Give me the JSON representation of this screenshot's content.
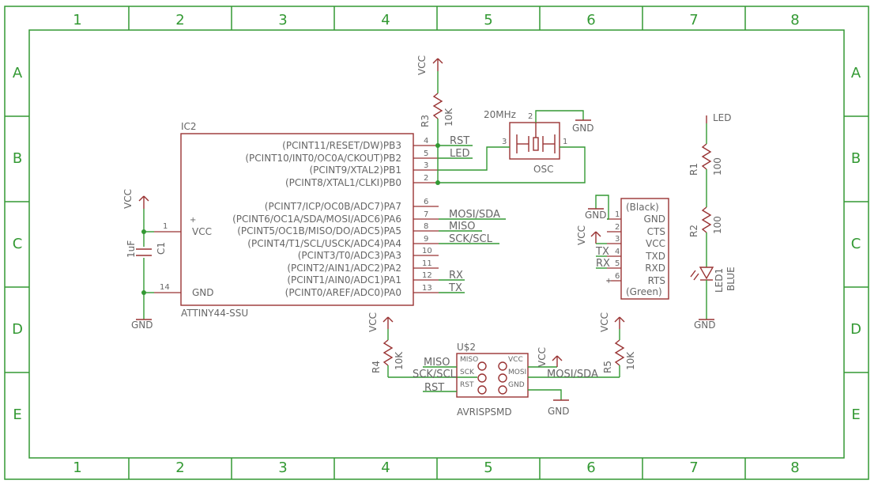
{
  "frame": {
    "columns": [
      "1",
      "2",
      "3",
      "4",
      "5",
      "6",
      "7",
      "8"
    ],
    "rows": [
      "A",
      "B",
      "C",
      "D",
      "E"
    ]
  },
  "ic2": {
    "name": "IC2",
    "value": "ATTINY44-SSU",
    "left_pins": [
      {
        "num": "1",
        "label": "VCC"
      },
      {
        "num": "14",
        "label": "GND"
      }
    ],
    "right_pins": [
      {
        "label": "(PCINT11/RESET/DW)PB3",
        "num": "4"
      },
      {
        "label": "(PCINT10/INT0/OC0A/CKOUT)PB2",
        "num": "5"
      },
      {
        "label": "(PCINT9/XTAL2)PB1",
        "num": "3"
      },
      {
        "label": "(PCINT8/XTAL1/CLKI)PB0",
        "num": "2"
      },
      {
        "label": "(PCINT7/ICP/OC0B/ADC7)PA7",
        "num": "6"
      },
      {
        "label": "(PCINT6/OC1A/SDA/MOSI/ADC6)PA6",
        "num": "7"
      },
      {
        "label": "(PCINT5/OC1B/MISO/DO/ADC5)PA5",
        "num": "8"
      },
      {
        "label": "(PCINT4/T1/SCL/USCK/ADC4)PA4",
        "num": "9"
      },
      {
        "label": "(PCINT3/T0/ADC3)PA3",
        "num": "10"
      },
      {
        "label": "(PCINT2/AIN1/ADC2)PA2",
        "num": "11"
      },
      {
        "label": "(PCINT1/AIN0/ADC1)PA1",
        "num": "12"
      },
      {
        "label": "(PCINT0/AREF/ADC0)PA0",
        "num": "13"
      }
    ]
  },
  "nets": {
    "rst": "RST",
    "led": "LED",
    "mosi_sda": "MOSI/SDA",
    "miso": "MISO",
    "sck_scl": "SCK/SCL",
    "rx": "RX",
    "tx": "TX",
    "vcc": "VCC",
    "gnd": "GND",
    "mosi_sda_isp": "MOSI/SDA",
    "miso_isp": "MISO",
    "sck_scl_isp": "SCK/SCL",
    "rst_isp": "RST",
    "tx_ftdi": "TX",
    "rx_ftdi": "RX"
  },
  "c1": {
    "name": "C1",
    "value": "1uF"
  },
  "r3": {
    "name": "R3",
    "value": "10K"
  },
  "r4": {
    "name": "R4",
    "value": "10K"
  },
  "r5": {
    "name": "R5",
    "value": "10K"
  },
  "r1": {
    "name": "R1",
    "value": "100"
  },
  "r2": {
    "name": "R2",
    "value": "100"
  },
  "led1": {
    "name": "LED1",
    "value": "BLUE",
    "net": "LED"
  },
  "osc": {
    "name": "OSC",
    "value": "20MHz",
    "pins": [
      "3",
      "2",
      "1"
    ]
  },
  "ftdi": {
    "top": "(Black)",
    "bottom": "(Green)",
    "pins": [
      {
        "num": "1",
        "label": "GND"
      },
      {
        "num": "2",
        "label": "CTS"
      },
      {
        "num": "3",
        "label": "VCC"
      },
      {
        "num": "4",
        "label": "TXD"
      },
      {
        "num": "5",
        "label": "RXD"
      },
      {
        "num": "6",
        "label": "RTS"
      }
    ]
  },
  "isp": {
    "name": "U$2",
    "value": "AVRISPSMD",
    "left_labels": [
      "MISO",
      "SCK",
      "RST"
    ],
    "right_labels": [
      "VCC",
      "MOSI",
      "GND"
    ]
  }
}
